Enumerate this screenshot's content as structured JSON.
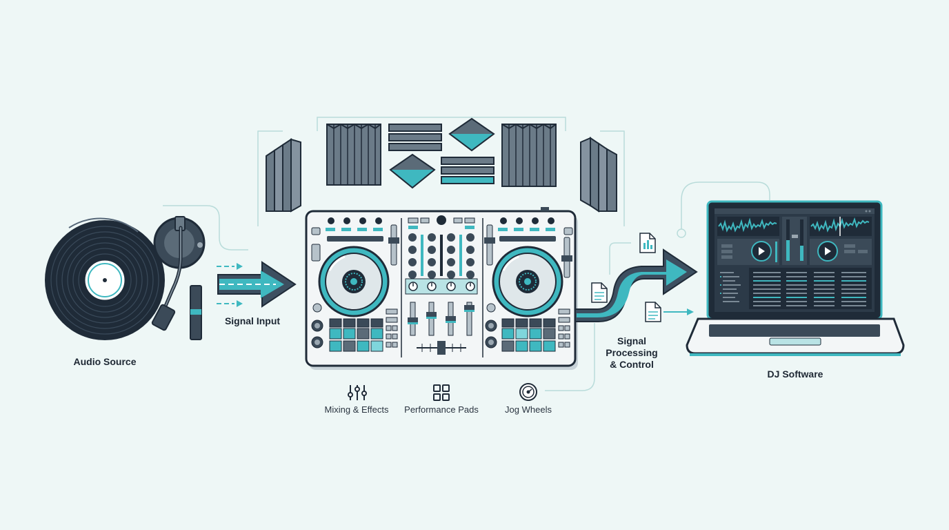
{
  "labels": {
    "audio_source": "Audio Source",
    "signal_input": "Signal Input",
    "signal_processing": "Signal\nProcessing\n& Control",
    "dj_software": "DJ Software"
  },
  "features": [
    {
      "label": "Mixing & Effects",
      "icon": "sliders-icon"
    },
    {
      "label": "Performance Pads",
      "icon": "pads-grid-icon"
    },
    {
      "label": "Jog Wheels",
      "icon": "jog-wheel-icon"
    }
  ],
  "colors": {
    "background": "#eef7f6",
    "dark": "#1f2b38",
    "slate": "#5b6b78",
    "teal": "#3fb8c0",
    "teal_light": "#7fd6dc",
    "panel": "#f3f6f7"
  }
}
